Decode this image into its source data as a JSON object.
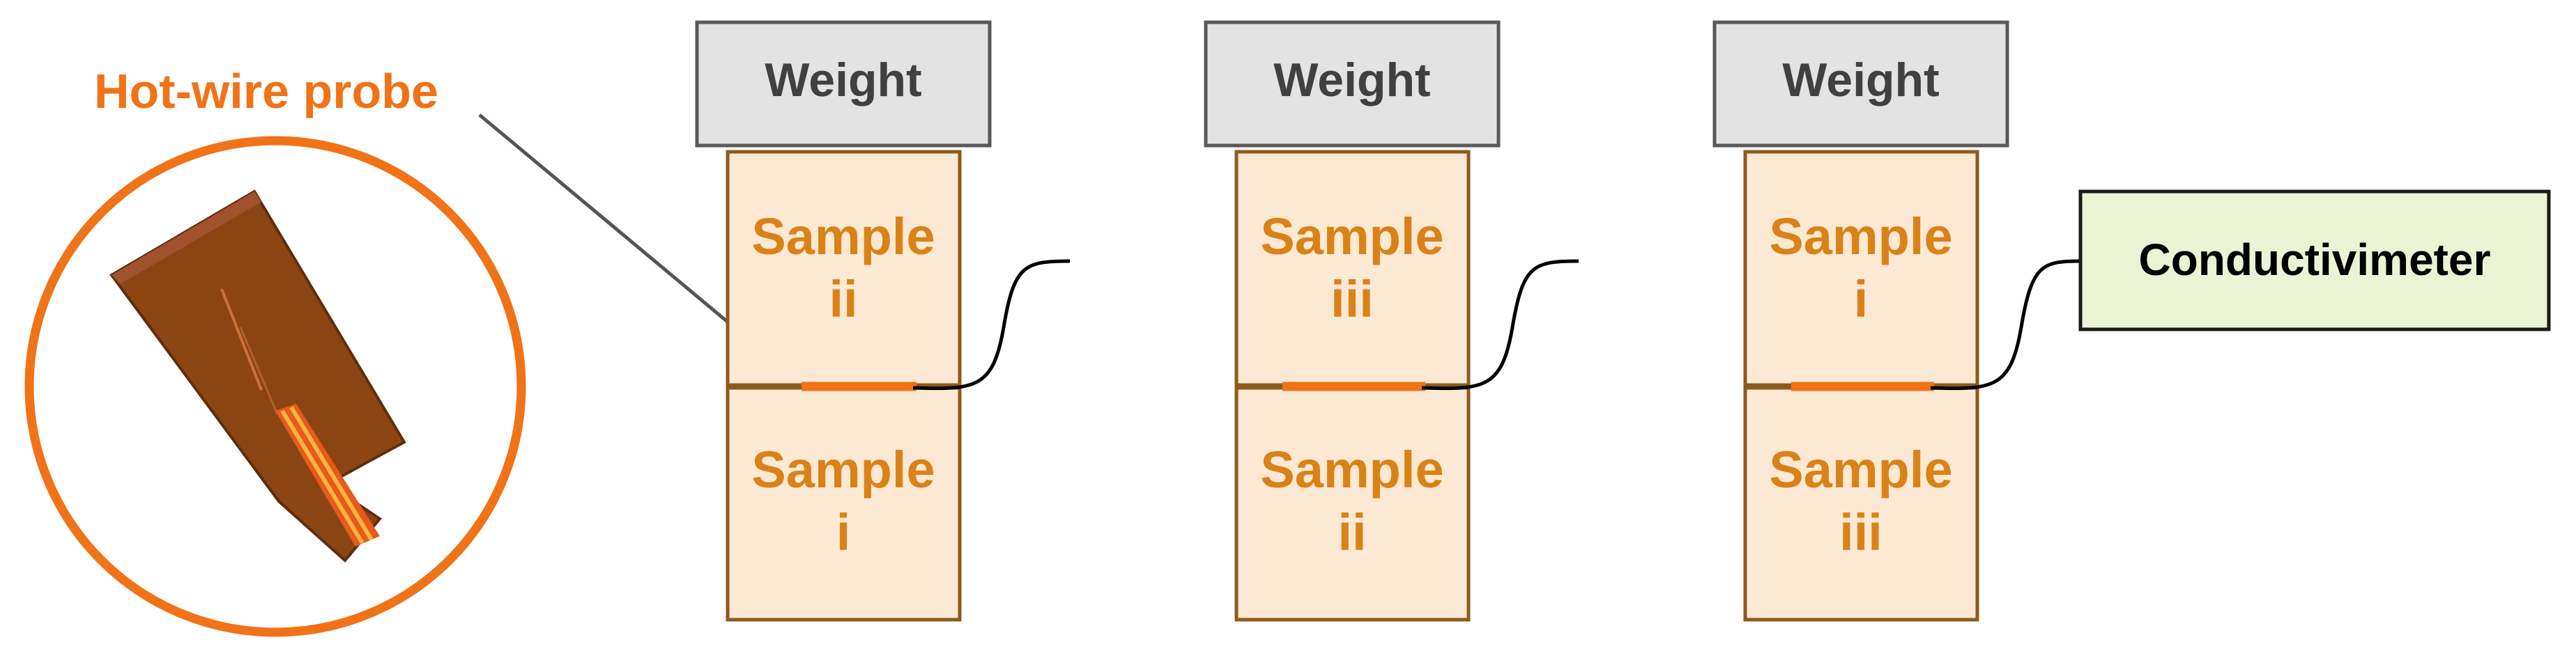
{
  "probe_label": "Hot-wire probe",
  "conductivimeter_label": "Conductivimeter",
  "stacks": [
    {
      "weight_label": "Weight",
      "top_sample": [
        "Sample",
        "ii"
      ],
      "bottom_sample": [
        "Sample",
        "i"
      ]
    },
    {
      "weight_label": "Weight",
      "top_sample": [
        "Sample",
        "iii"
      ],
      "bottom_sample": [
        "Sample",
        "ii"
      ]
    },
    {
      "weight_label": "Weight",
      "top_sample": [
        "Sample",
        "i"
      ],
      "bottom_sample": [
        "Sample",
        "iii"
      ]
    }
  ],
  "colors": {
    "accent_orange": "#F07318",
    "sample_fill": "#FDE9D3",
    "sample_border": "#8B5A1E",
    "sample_text": "#D98218",
    "weight_fill": "#E3E3E3",
    "weight_text": "#404040",
    "conductivimeter_fill": "#EBF3D5",
    "probe_body": "#8B4513"
  }
}
